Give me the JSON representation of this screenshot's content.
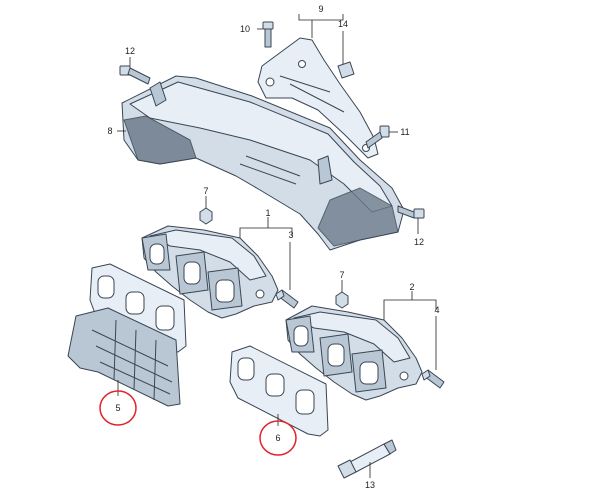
{
  "callouts": {
    "c1": "1",
    "c2": "2",
    "c3": "3",
    "c4": "4",
    "c5": "5",
    "c6": "6",
    "c7a": "7",
    "c7b": "7",
    "c8": "8",
    "c9": "9",
    "c10": "10",
    "c11": "11",
    "c12a": "12",
    "c12b": "12",
    "c13": "13",
    "c14": "14"
  },
  "colors": {
    "highlight_ring": "#e0242b",
    "part_fill": "#d3dde8",
    "part_outline": "#3a4654"
  }
}
